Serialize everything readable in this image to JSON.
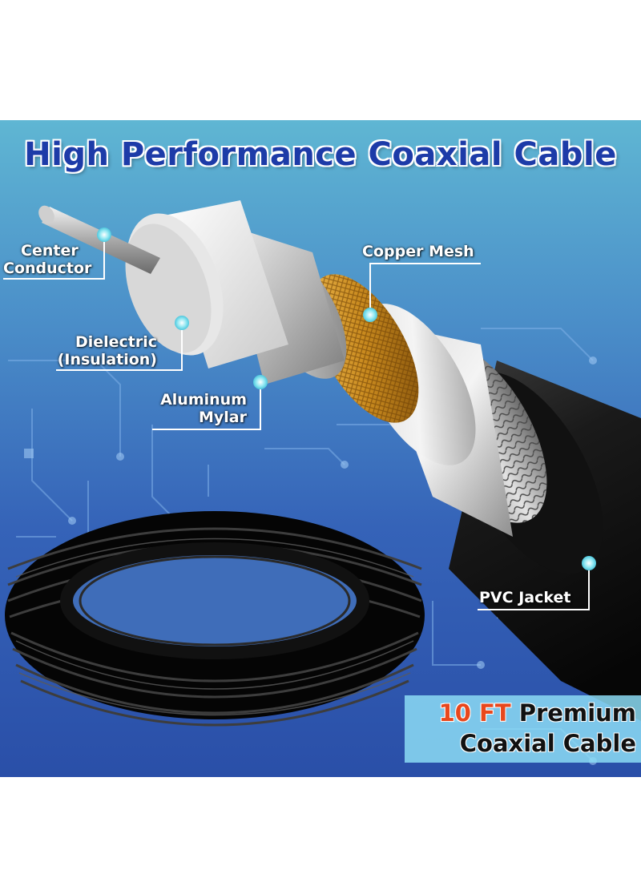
{
  "banner": {
    "title": "High Performance Coaxial Cable",
    "colors": {
      "title": "#1d3ba8",
      "background_top": "#5fb6d3",
      "background_bottom": "#2a4fa8",
      "label_dot": "#8fe7f2",
      "accent": "#e8471c"
    }
  },
  "labels": {
    "center_conductor": {
      "line1": "Center",
      "line2": "Conductor"
    },
    "dielectric": {
      "line1": "Dielectric",
      "line2": "(Insulation)"
    },
    "aluminum_mylar": {
      "line1": "Aluminum",
      "line2": "Mylar"
    },
    "copper_mesh": "Copper Mesh",
    "pvc_jacket": "PVC Jacket"
  },
  "callout": {
    "length": "10 FT",
    "line1_rest": "Premium",
    "line2": "Coaxial Cable"
  }
}
